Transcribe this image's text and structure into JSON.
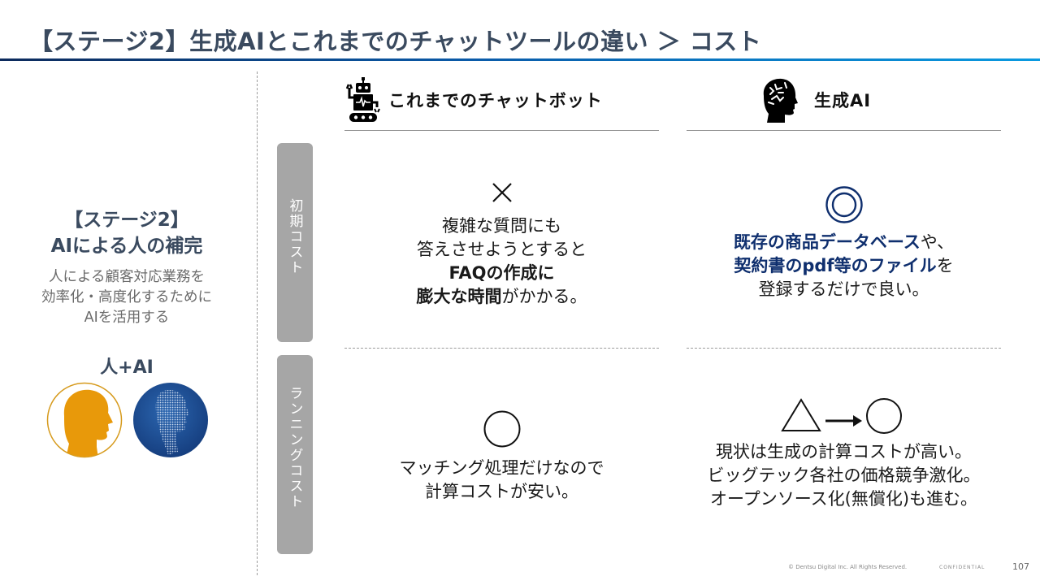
{
  "header": {
    "title": "【ステージ2】生成AIとこれまでのチャットツールの違い ＞ コスト",
    "accent_gradient": [
      "#0c2a5c",
      "#0a5aa8",
      "#0a9ae0"
    ]
  },
  "left_panel": {
    "stage_line1": "【ステージ2】",
    "stage_line2": "AIによる人の補完",
    "desc_lines": [
      "人による顧客対応業務を",
      "効率化・高度化するために",
      "AIを活用する"
    ],
    "pair_label": "人+AI",
    "icons": [
      "human-head-icon",
      "ai-head-icon"
    ],
    "colors": {
      "human": "#e8990a",
      "ai": "#1d4f92",
      "text": "#3a4a5f"
    }
  },
  "rows": [
    {
      "label": "初期コスト"
    },
    {
      "label": "ランニングコスト"
    }
  ],
  "columns": [
    {
      "label": "これまでのチャットボット",
      "icon": "robot-icon"
    },
    {
      "label": "生成AI",
      "icon": "brain-head-icon"
    }
  ],
  "cells": {
    "old_initial": {
      "mark": "×",
      "line1": "複雑な質問にも",
      "line2": "答えさせようとすると",
      "line3_bold": "FAQの作成に",
      "line4_bold": "膨大な時間",
      "line4_rest": "がかかる。"
    },
    "gen_initial": {
      "mark": "◎",
      "line1_blue": "既存の商品データベース",
      "line1_rest": "や、",
      "line2_blue": "契約書のpdf等のファイル",
      "line2_rest": "を",
      "line3": "登録するだけで良い。",
      "accent": "#0f2f6e"
    },
    "old_running": {
      "mark": "○",
      "line1": "マッチング処理だけなので",
      "line2": "計算コストが安い。"
    },
    "gen_running": {
      "mark": "△→○",
      "line1": "現状は生成の計算コストが高い。",
      "line2": "ビッグテック各社の価格競争激化。",
      "line3": "オープンソース化(無償化)も進む。"
    }
  },
  "footer": {
    "copyright": "© Dentsu Digital Inc. All Rights Reserved.",
    "confidential": "CONFIDENTIAL",
    "page_number": "107"
  }
}
